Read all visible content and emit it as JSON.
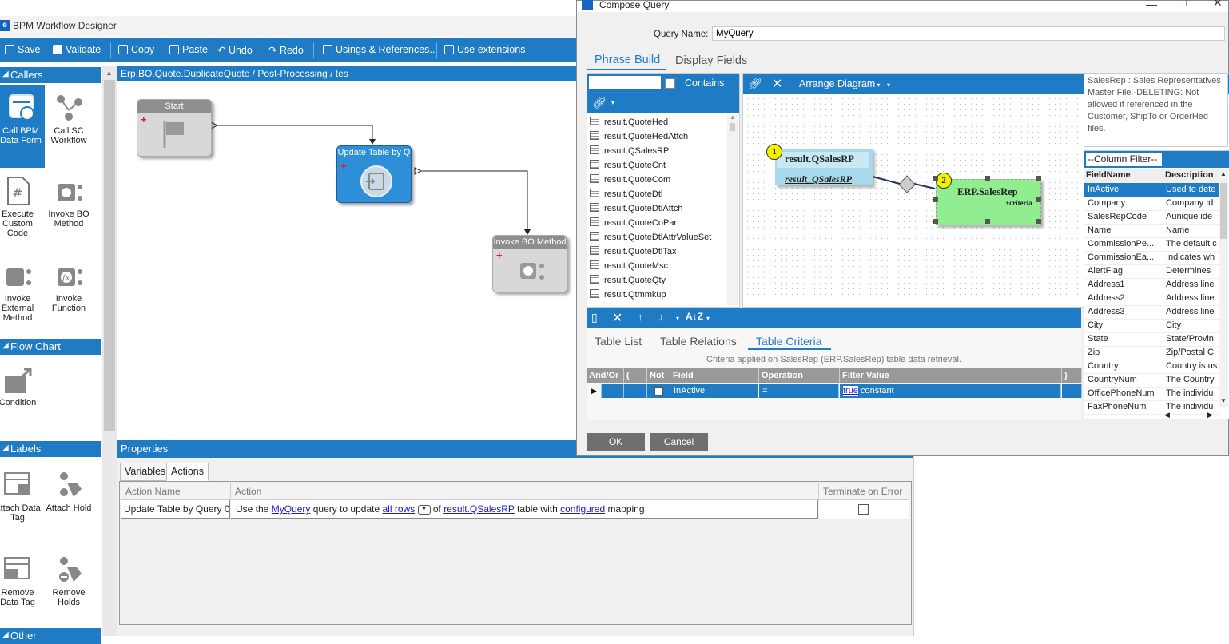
{
  "main_window": {
    "title": "BPM Workflow Designer",
    "toolbar": {
      "save": "Save",
      "validate": "Validate",
      "copy": "Copy",
      "paste": "Paste",
      "undo": "Undo",
      "redo": "Redo",
      "usings": "Usings & References...",
      "extensions": "Use extensions"
    },
    "breadcrumb": "Erp.BO.Quote.DuplicateQuote / Post-Processing / tes",
    "palette": {
      "sections": {
        "callers": "Callers",
        "flow_chart": "Flow Chart",
        "labels": "Labels",
        "other": "Other"
      },
      "tools": {
        "call_bpm_data_form": "Call BPM Data Form",
        "call_sc_workflow": "Call SC Workflow",
        "execute_custom_code": "Execute Custom Code",
        "invoke_bo_method": "Invoke BO Method",
        "invoke_external_method": "Invoke External Method",
        "invoke_function": "Invoke Function",
        "condition": "Condition",
        "attach_data_tag": "Attach Data Tag",
        "attach_hold": "Attach Hold",
        "remove_data_tag": "Remove Data Tag",
        "remove_holds": "Remove Holds"
      }
    },
    "nodes": {
      "start": "Start",
      "update_table": "Update Table by Q",
      "invoke_bo": "Invoke BO Method"
    },
    "properties": {
      "title": "Properties",
      "tabs": [
        "Variables",
        "Actions"
      ],
      "active_tab": "Actions",
      "columns": [
        "Action Name",
        "Action",
        "Terminate on Error"
      ],
      "row": {
        "action_name": "Update Table by Query 0",
        "use_the": "Use the",
        "query_link": "MyQuery",
        "query_to_update": "query to update",
        "rows_link": "all rows",
        "of": "of",
        "table_link": "result.QSalesRP",
        "table_with": "table with",
        "mapping_link": "configured",
        "mapping": "mapping"
      }
    }
  },
  "dialog": {
    "title": "Compose Query",
    "query_name_label": "Query Name:",
    "query_name_value": "MyQuery",
    "tabs": [
      "Phrase Build",
      "Display Fields"
    ],
    "active_tab": "Phrase Build",
    "tables_pane": {
      "contains_label": "Contains",
      "items": [
        "result.QuoteHed",
        "result.QuoteHedAttch",
        "result.QSalesRP",
        "result.QuoteCnt",
        "result.QuoteCom",
        "result.QuoteDtl",
        "result.QuoteDtlAttch",
        "result.QuoteCoPart",
        "result.QuoteDtlAttrValueSet",
        "result.QuoteDtlTax",
        "result.QuoteMsc",
        "result.QuoteQty",
        "result.Qtmmkup"
      ]
    },
    "diagram": {
      "arrange_label": "Arrange Diagram",
      "table1": {
        "number": "1",
        "name": "result.QSalesRP",
        "alias": "result_QSalesRP"
      },
      "table2": {
        "number": "2",
        "name": "ERP.SalesRep",
        "criteria": "+criteria"
      }
    },
    "description": "SalesRep : Sales Representatives Master File.-DELETING: Not allowed if referenced in the Customer, ShipTo or OrderHed files.",
    "column_filter": {
      "label": "--Column Filter--",
      "headers": [
        "FieldName",
        "Description"
      ],
      "rows": [
        {
          "field": "InActive",
          "desc": "Used to dete"
        },
        {
          "field": "Company",
          "desc": "Company Id"
        },
        {
          "field": "SalesRepCode",
          "desc": "Aunique ide"
        },
        {
          "field": "Name",
          "desc": "Name"
        },
        {
          "field": "CommissionPe...",
          "desc": "The default c"
        },
        {
          "field": "CommissionEa...",
          "desc": "Indicates wh"
        },
        {
          "field": "AlertFlag",
          "desc": "Determines"
        },
        {
          "field": "Address1",
          "desc": "Address line"
        },
        {
          "field": "Address2",
          "desc": "Address line"
        },
        {
          "field": "Address3",
          "desc": "Address line"
        },
        {
          "field": "City",
          "desc": "City"
        },
        {
          "field": "State",
          "desc": "State/Provin"
        },
        {
          "field": "Zip",
          "desc": "Zip/Postal C"
        },
        {
          "field": "Country",
          "desc": "Country is us"
        },
        {
          "field": "CountryNum",
          "desc": "The Country"
        },
        {
          "field": "OfficePhoneNum",
          "desc": "The individu"
        },
        {
          "field": "FaxPhoneNum",
          "desc": "The individu"
        }
      ]
    },
    "criteria": {
      "tabs": [
        "Table List",
        "Table Relations",
        "Table Criteria"
      ],
      "active_tab": "Table Criteria",
      "description": "Criteria applied on SalesRep (ERP.SalesRep)  table data retrieval.",
      "columns": [
        "And/Or",
        "(",
        "Not",
        "Field",
        "Operation",
        "Filter Value",
        ")"
      ],
      "row": {
        "field": "InActive",
        "operation": "=",
        "value_link": "true",
        "value_type": "constant"
      }
    },
    "buttons": {
      "ok": "OK",
      "cancel": "Cancel"
    }
  },
  "colors": {
    "accent": "#1f7bc4",
    "node_blue": "#2e8fd8",
    "table_header_blue": "#a8d8ec",
    "table_green": "#90ee90"
  }
}
